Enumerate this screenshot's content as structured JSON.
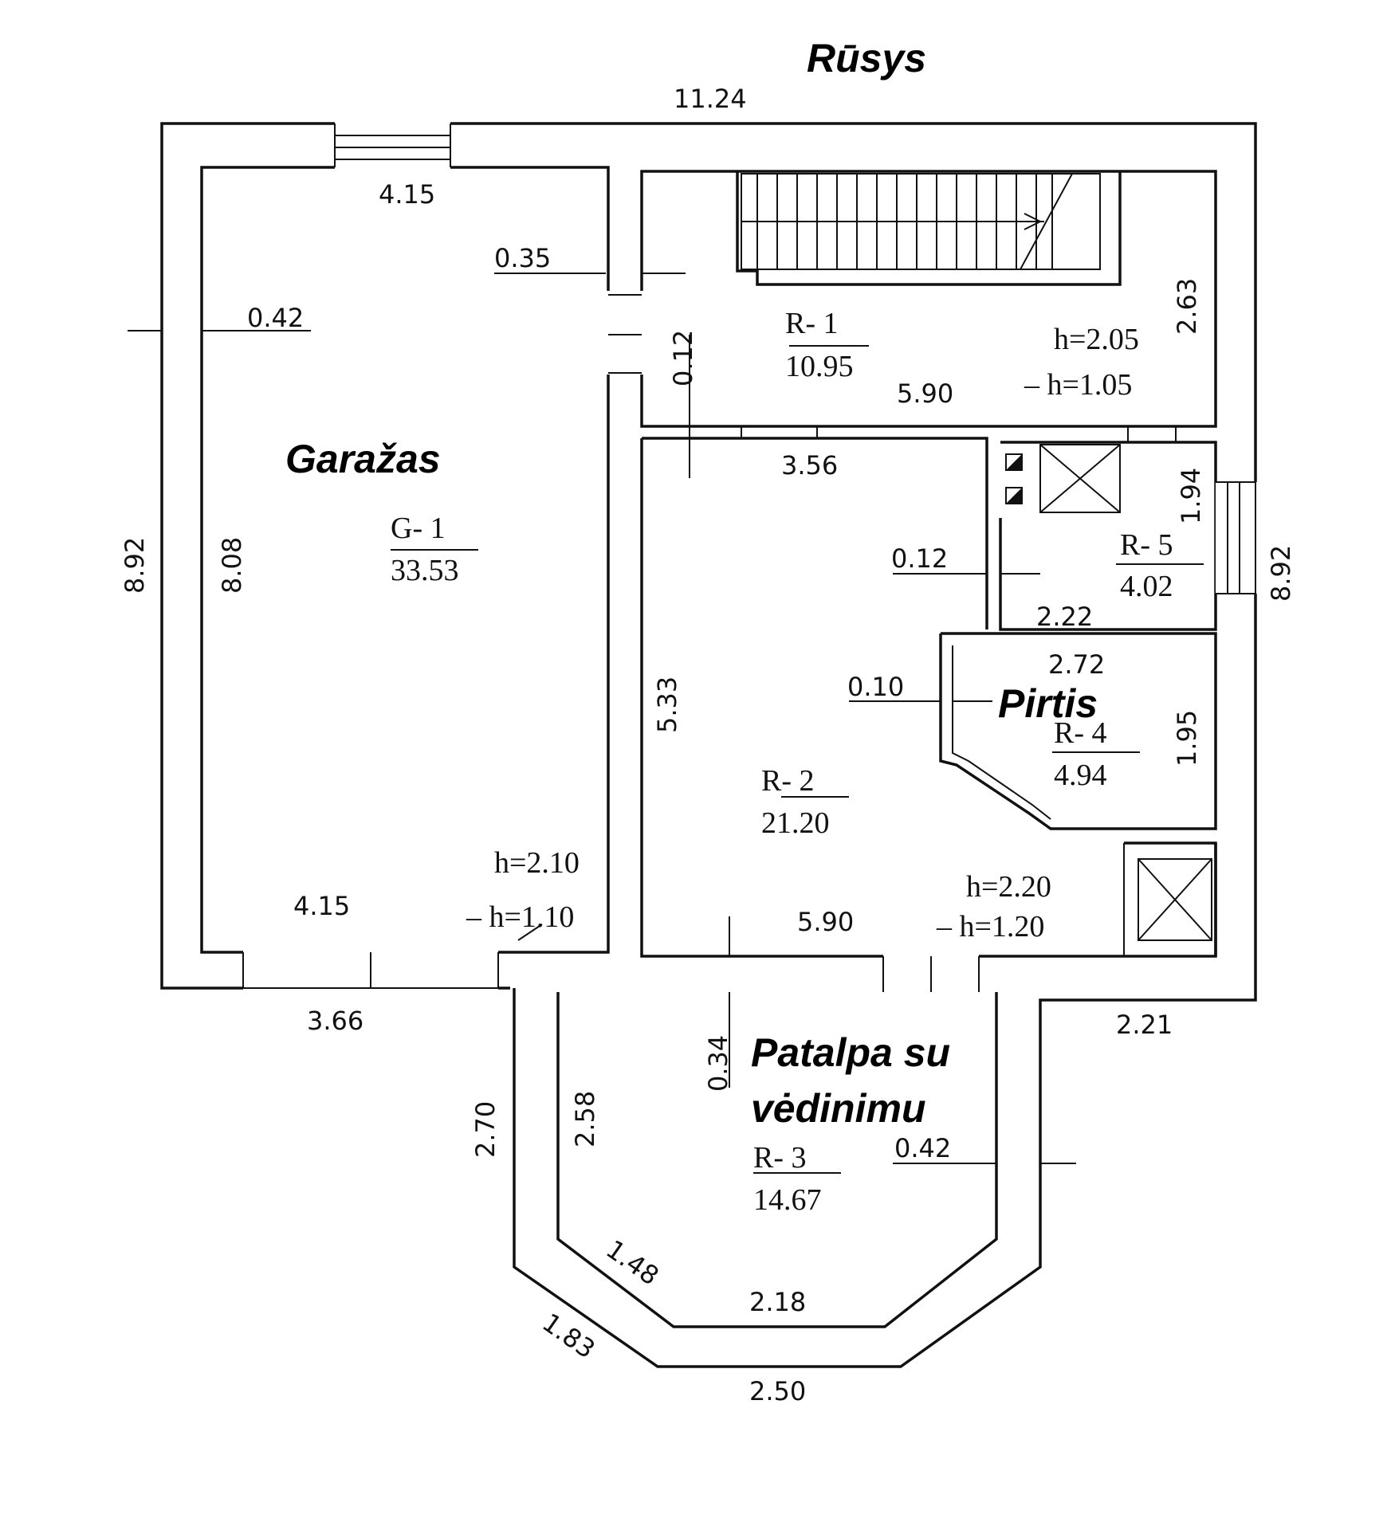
{
  "labels": {
    "rusys": "Rūsys",
    "garazas": "Garažas",
    "pirtis": "Pirtis",
    "patalpa_line1": "Patalpa su",
    "patalpa_line2": "vėdinimu"
  },
  "rooms": {
    "g1": {
      "code": "G- 1",
      "area": "33.53",
      "h": "h=2.10",
      "h_minus": "– h=1.10"
    },
    "r1": {
      "code": "R- 1",
      "area": "10.95",
      "h": "h=2.05",
      "h_minus": "– h=1.05"
    },
    "r2": {
      "code": "R- 2",
      "area": "21.20",
      "h": "h=2.20",
      "h_minus": "– h=1.20"
    },
    "r3": {
      "code": "R- 3",
      "area": "14.67"
    },
    "r4": {
      "code": "R- 4",
      "area": "4.94"
    },
    "r5": {
      "code": "R- 5",
      "area": "4.02"
    }
  },
  "dims": {
    "top_total": "11.24",
    "g1_top": "4.15",
    "wall_035": "0.35",
    "wall_042_left": "0.42",
    "left_outer": "8.92",
    "g1_height": "8.08",
    "g1_bottom": "4.15",
    "bottom_left": "3.66",
    "r1_width": "5.90",
    "r1_012": "0.12",
    "r1_height": "2.63",
    "r2_top": "3.56",
    "r2_012": "0.12",
    "r2_height": "5.33",
    "r2_bottom": "5.90",
    "r5_height": "1.94",
    "r5_width": "2.22",
    "right_outer": "8.92",
    "r4_width": "2.72",
    "r4_010": "0.10",
    "r4_height": "1.95",
    "right_bottom": "2.21",
    "r3_034": "0.34",
    "r3_outer_left": "2.70",
    "r3_inner_left": "2.58",
    "r3_042": "0.42",
    "r3_diag": "1.48",
    "r3_inner_bottom": "2.18",
    "r3_outer_diag": "1.83",
    "r3_outer_bottom": "2.50"
  }
}
